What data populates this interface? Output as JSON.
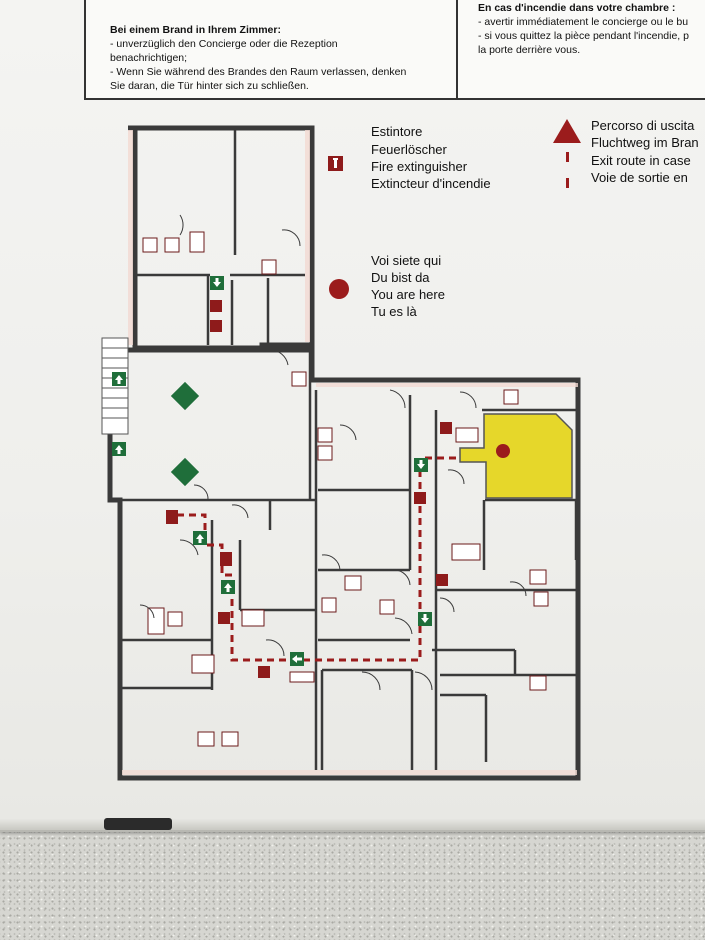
{
  "header": {
    "left_title": "Bei einem Brand in Ihrem Zimmer:",
    "left_lines": [
      "- unverzüglich den Concierge oder die Rezeption",
      "benachrichtigen;",
      "- Wenn Sie während des Brandes den Raum verlassen, denken",
      "Sie daran, die Tür hinter sich zu schließen."
    ],
    "right_title": "En cas d'incendie dans votre chambre :",
    "right_lines": [
      "- avertir immédiatement le concierge ou le bu",
      "- si vous quittez la pièce pendant l'incendie, p",
      "la porte derrière vous."
    ]
  },
  "legend": {
    "extinguisher": [
      "Estintore",
      "Feuerlöscher",
      "Fire extinguisher",
      "Extincteur d'incendie"
    ],
    "you_are_here": [
      "Voi siete qui",
      "Du bist da",
      "You are here",
      "Tu es là"
    ],
    "exit_route": [
      "Percorso di uscita",
      "Fluchtweg im Bran",
      "Exit route in case",
      "Voie de sortie en"
    ]
  },
  "colors": {
    "wall": "#3a3a3a",
    "wall_fill": "#f2d9d2",
    "route": "#9b1c1c",
    "you_are_here_area": "#e6d72a",
    "exit_sign": "#1f6e3a",
    "extinguisher": "#8e1b1b"
  },
  "icons": {
    "extinguisher": "fire-extinguisher-icon",
    "you_are_here": "red-dot-icon",
    "exit_route": "red-triangle-icon",
    "exit_sign": "green-arrow-exit-icon"
  }
}
